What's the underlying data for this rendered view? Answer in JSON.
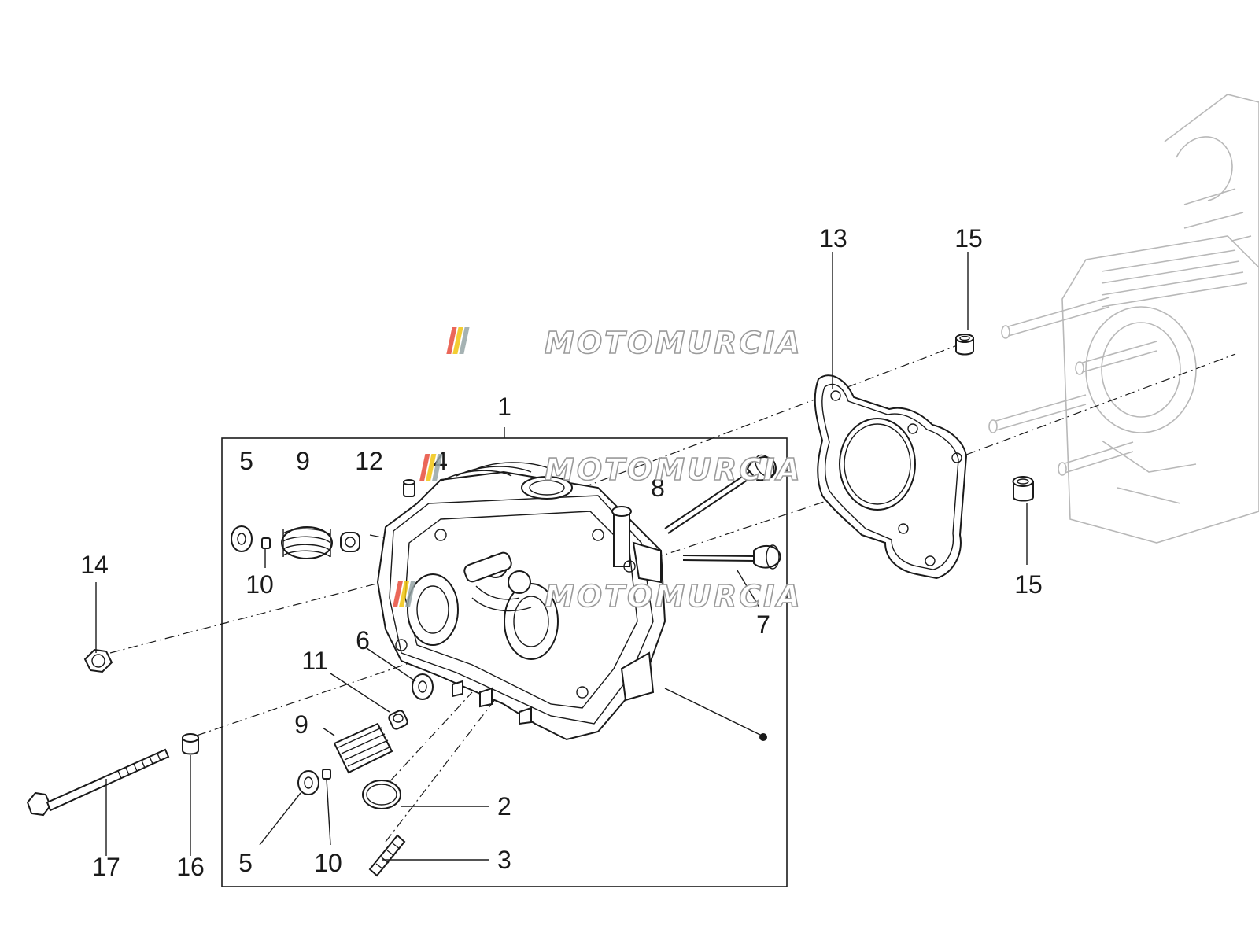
{
  "watermark": {
    "text": "MOTOMURCIA",
    "stripe_colors": [
      "#e74c3c",
      "#f1c40f",
      "#95a5a6"
    ]
  },
  "callouts": {
    "c1": "1",
    "c2": "2",
    "c3": "3",
    "c4": "4",
    "c5a": "5",
    "c5b": "5",
    "c6": "6",
    "c7": "7",
    "c8": "8",
    "c9a": "9",
    "c9b": "9",
    "c10a": "10",
    "c10b": "10",
    "c11": "11",
    "c12": "12",
    "c13": "13",
    "c14": "14",
    "c15a": "15",
    "c15b": "15",
    "c16": "16",
    "c17": "17"
  }
}
